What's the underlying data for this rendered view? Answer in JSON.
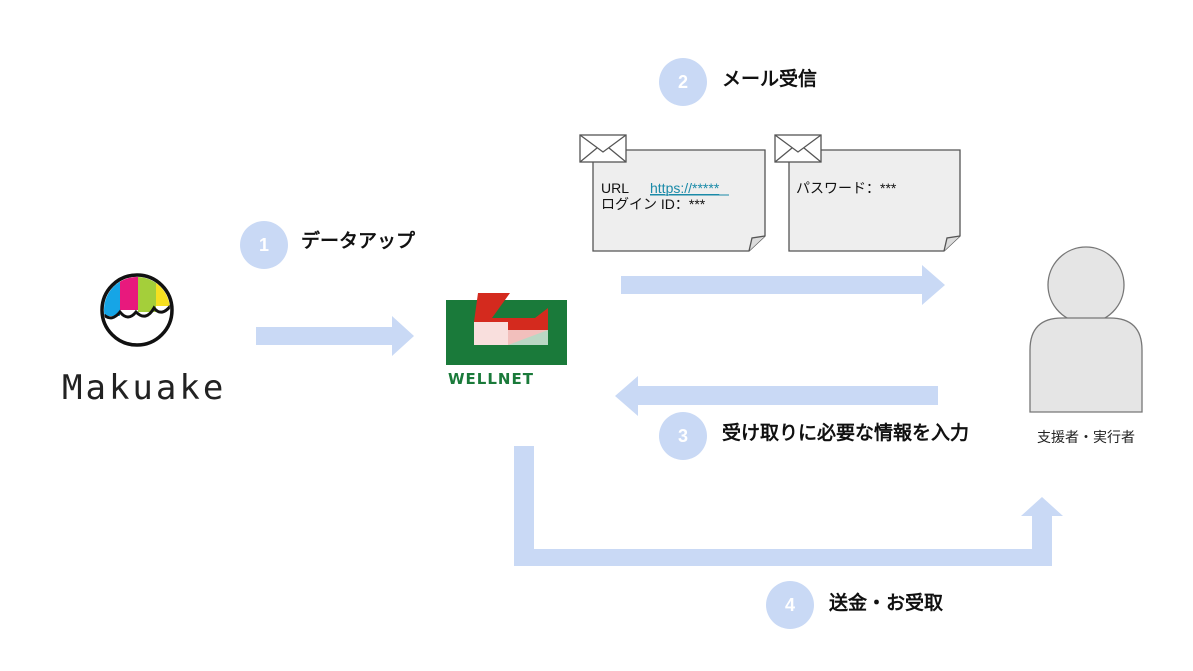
{
  "brand": {
    "makuake_label": "Makuake",
    "wellnet_label": "WELLNET"
  },
  "colors": {
    "arrow": "#c9d9f5",
    "step_circle": "#c9d9f5",
    "wellnet_green": "#1a7a3a",
    "wellnet_red": "#d42a1e",
    "link": "#1a8aa8"
  },
  "steps": [
    {
      "num": "1",
      "label": "データアップ"
    },
    {
      "num": "2",
      "label": "メール受信"
    },
    {
      "num": "3",
      "label": "受け取りに必要な情報を入力"
    },
    {
      "num": "4",
      "label": "送金・お受取"
    }
  ],
  "mail1": {
    "url_label": "URL",
    "url_value": "https://*****",
    "login_line": "ログイン ID：***"
  },
  "mail2": {
    "password_line": "パスワード：***"
  },
  "person": {
    "label": "支援者・実行者"
  },
  "icons": [
    "makuake-logo-icon",
    "wellnet-logo-icon",
    "envelope-icon",
    "person-icon"
  ]
}
